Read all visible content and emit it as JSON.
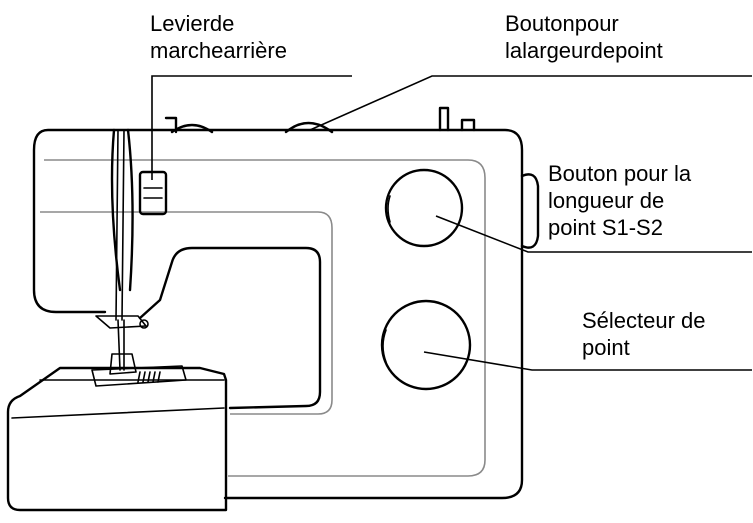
{
  "labels": {
    "reverse_lever": {
      "line1": "Levierde",
      "line2": "marchearrière"
    },
    "stitch_width_knob": {
      "line1": "Boutonpour",
      "line2": "lalargeurdepoint"
    },
    "stitch_length_knob": {
      "line1": "Bouton pour la",
      "line2": "longueur de",
      "line3": "point S1-S2"
    },
    "stitch_selector": {
      "line1": "Sélecteur de",
      "line2": "point"
    }
  }
}
